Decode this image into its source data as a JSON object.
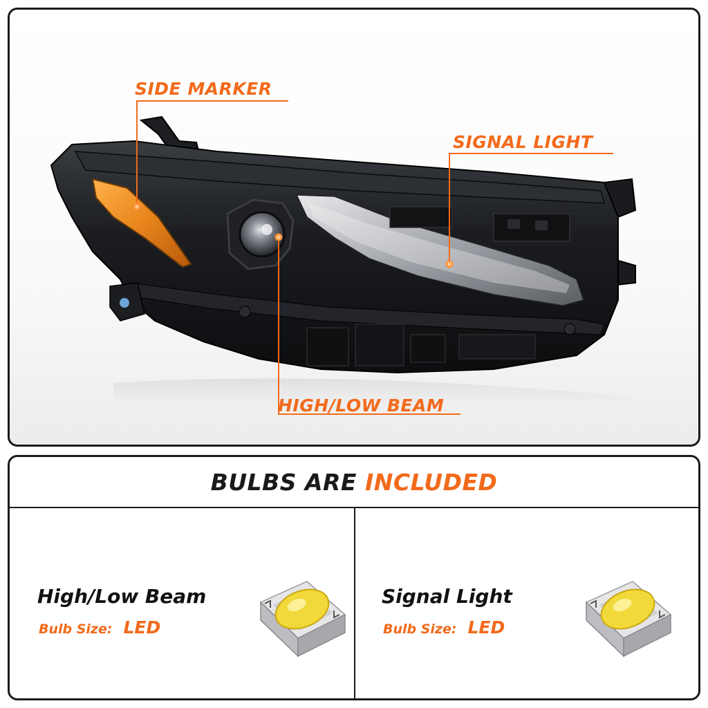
{
  "callouts": {
    "side_marker": "SIDE MARKER",
    "signal_light": "SIGNAL LIGHT",
    "high_low_beam": "HIGH/LOW BEAM"
  },
  "bulbs_header": {
    "prefix": "BULBS ARE",
    "highlight": "INCLUDED"
  },
  "bulbs": [
    {
      "name": "High/Low Beam",
      "size_label": "Bulb Size:",
      "size_value": "LED"
    },
    {
      "name": "Signal Light",
      "size_label": "Bulb Size:",
      "size_value": "LED"
    }
  ],
  "colors": {
    "accent": "#f26a1b",
    "border": "#1a1a1a",
    "led_yellow": "#f2d93a"
  },
  "icons": [
    "led-chip-icon"
  ]
}
